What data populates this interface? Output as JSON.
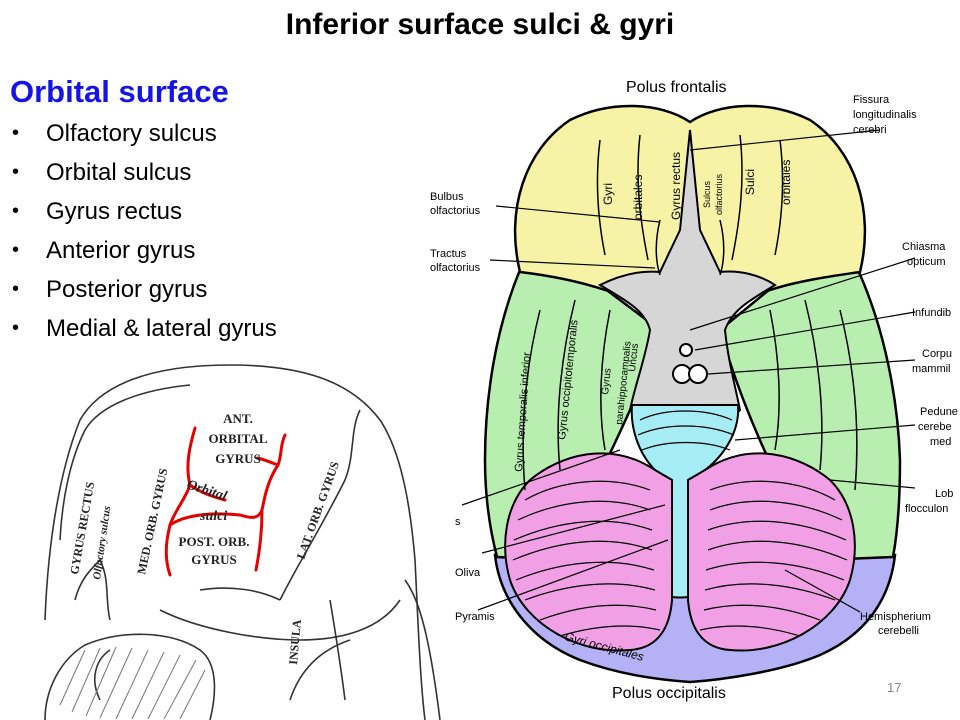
{
  "title": "Inferior surface sulci & gyri",
  "subtitle": "Orbital surface",
  "bullets": [
    "Olfactory sulcus",
    "Orbital sulcus",
    "Gyrus rectus",
    "Anterior gyrus",
    "Posterior gyrus",
    "Medial & lateral gyrus"
  ],
  "page_number": "17",
  "colors": {
    "frontal": "#f7f3a6",
    "temporal": "#b8eeb0",
    "cerebellum": "#f2a0e6",
    "occipital": "#b4b1f7",
    "brainstem": "#a6ecf4",
    "midline": "#d6d6d6",
    "sulcus_red": "#e60000",
    "subtitle_blue": "#1414e6"
  },
  "diagram": {
    "polus_frontalis": "Polus frontalis",
    "polus_occipitalis": "Polus occipitalis",
    "fissura_1": "Fissura",
    "fissura_2": "longitudinalis",
    "fissura_3": "cerebri",
    "bulbus_1": "Bulbus",
    "bulbus_2": "olfactorius",
    "tractus_1": "Tractus",
    "tractus_2": "olfactorius",
    "chiasma_1": "Chiasma",
    "chiasma_2": "opticum",
    "infundibulum": "Infundib",
    "corpus_1": "Corpu",
    "corpus_2": "mammil",
    "peduncle_1": "Pedune",
    "peduncle_2": "cerebe",
    "peduncle_3": "med",
    "lobus_1": "Lob",
    "lobus_2": "flocculon",
    "hemispherium_1": "Hemispherium",
    "hemispherium_2": "cerebelli",
    "left_s": "s",
    "oliva": "Oliva",
    "pyramis": "Pyramis",
    "gyri_orbitales_left": "Gyri",
    "orbitales_left": "orbitales",
    "gyrus_rectus": "Gyrus rectus",
    "sulcus_olf_1": "Sulcus",
    "sulcus_olf_2": "olfactorius",
    "sulci": "Sulci",
    "orbitales_right": "orbitales",
    "gyrus_temporalis": "Gyrus temporalis inferior",
    "gyrus_occipitotemporalis": "Gyrus occipitotemporalis",
    "gyrus_para_1": "Gyrus",
    "gyrus_para_2": "parahippocampalis",
    "uncus": "Uncus",
    "gyri_occipitales": "Gyri occipitales"
  },
  "sketch": {
    "ant_1": "ANT.",
    "ant_2": "ORBITAL",
    "ant_3": "GYRUS",
    "orbital_sulci_1": "Orbital",
    "orbital_sulci_2": "sulci",
    "post_1": "POST. ORB.",
    "post_2": "GYRUS",
    "med_orb": "MED. ORB. GYRUS",
    "lat_orb": "LAT. ORB. GYRUS",
    "gyrus_rectus": "GYRUS RECTUS",
    "olfactory_sulcus": "Olfactory sulcus",
    "insula": "INSULA"
  }
}
